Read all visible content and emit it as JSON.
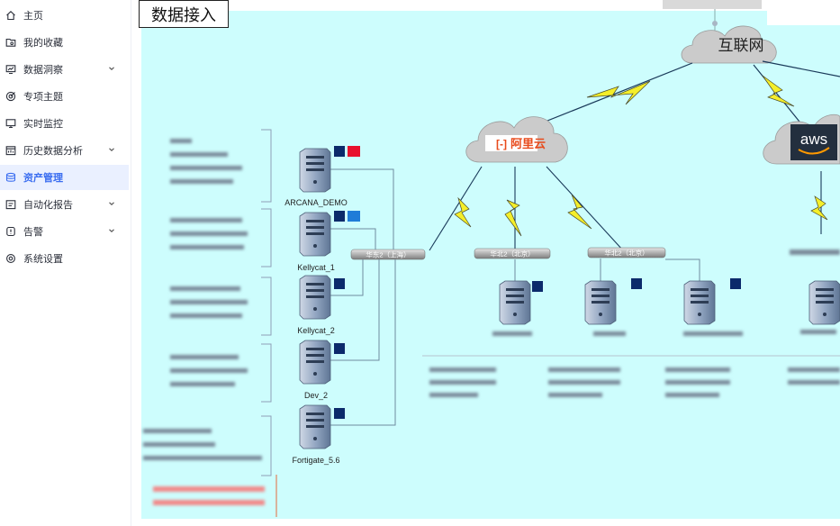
{
  "sidebar": {
    "items": [
      {
        "label": "主页",
        "icon": "home-icon",
        "expandable": false,
        "active": false
      },
      {
        "label": "我的收藏",
        "icon": "folder-heart-icon",
        "expandable": false,
        "active": false
      },
      {
        "label": "数据洞察",
        "icon": "monitor-chart-icon",
        "expandable": true,
        "active": false
      },
      {
        "label": "专项主题",
        "icon": "target-icon",
        "expandable": false,
        "active": false
      },
      {
        "label": "实时监控",
        "icon": "monitor-icon",
        "expandable": false,
        "active": false
      },
      {
        "label": "历史数据分析",
        "icon": "calendar-chart-icon",
        "expandable": true,
        "active": false
      },
      {
        "label": "资产管理",
        "icon": "database-icon",
        "expandable": false,
        "active": true
      },
      {
        "label": "自动化报告",
        "icon": "report-icon",
        "expandable": true,
        "active": false
      },
      {
        "label": "告警",
        "icon": "alert-icon",
        "expandable": true,
        "active": false
      },
      {
        "label": "系统设置",
        "icon": "gear-icon",
        "expandable": false,
        "active": false
      }
    ]
  },
  "diagram": {
    "title": "数据接入",
    "internet_label": "互联网",
    "aliyun_label": "阿里云",
    "aws_label": "aws",
    "switches": [
      {
        "label": "华东2（上海）"
      },
      {
        "label": "华北2（北京）"
      },
      {
        "label": "华北2（北京）"
      }
    ],
    "left_servers": [
      {
        "name": "ARCANA_DEMO"
      },
      {
        "name": "Kellycat_1"
      },
      {
        "name": "Kellycat_2"
      },
      {
        "name": "Dev_2"
      },
      {
        "name": "Fortigate_5.6"
      }
    ],
    "colors": {
      "canvas": "#cdfdfd",
      "accent_active": "#3a6df0",
      "flag_navy": "#0b2a6b",
      "flag_red": "#e8112d",
      "flag_blue": "#1f7cd8",
      "lightning": "#f4ee2a",
      "aliyun_red": "#e84a1b"
    }
  }
}
